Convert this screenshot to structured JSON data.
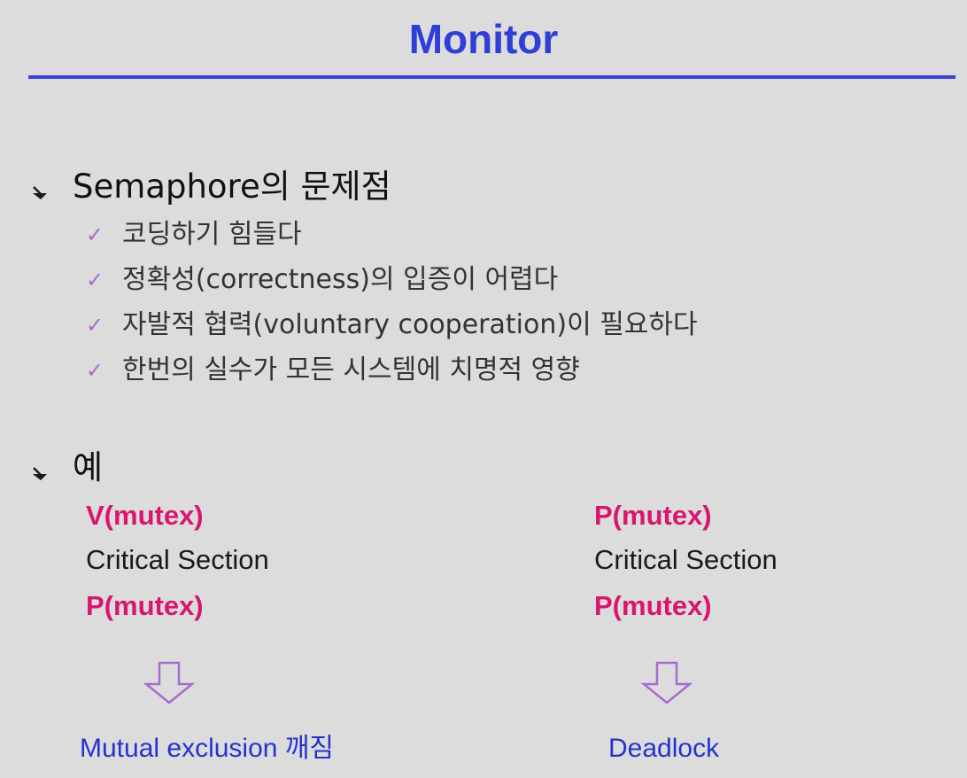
{
  "slide": {
    "title": "Monitor"
  },
  "problems": {
    "heading": "Semaphore의 문제점",
    "items": [
      "코딩하기 힘들다",
      "정확성(correctness)의 입증이 어렵다",
      "자발적 협력(voluntary cooperation)이 필요하다",
      "한번의 실수가 모든 시스템에 치명적 영향"
    ]
  },
  "example": {
    "heading": "예",
    "left": {
      "line1": "V(mutex)",
      "line2": "Critical Section",
      "line3": "P(mutex)",
      "result": "Mutual exclusion 깨짐"
    },
    "right": {
      "line1": "P(mutex)",
      "line2": "Critical Section",
      "line3": "P(mutex)",
      "result": "Deadlock"
    }
  },
  "colors": {
    "title": "#2f3fd6",
    "rule": "#3a43d4",
    "operation": "#d8156f",
    "check": "#a86bd0",
    "result": "#2432d0",
    "arrow": "#a86bd0",
    "background": "#dcdcdc"
  },
  "icons": {
    "bullet": "arrow-down-right-bullet-icon",
    "check": "checkmark-icon",
    "down_arrow": "hollow-down-arrow-icon"
  }
}
